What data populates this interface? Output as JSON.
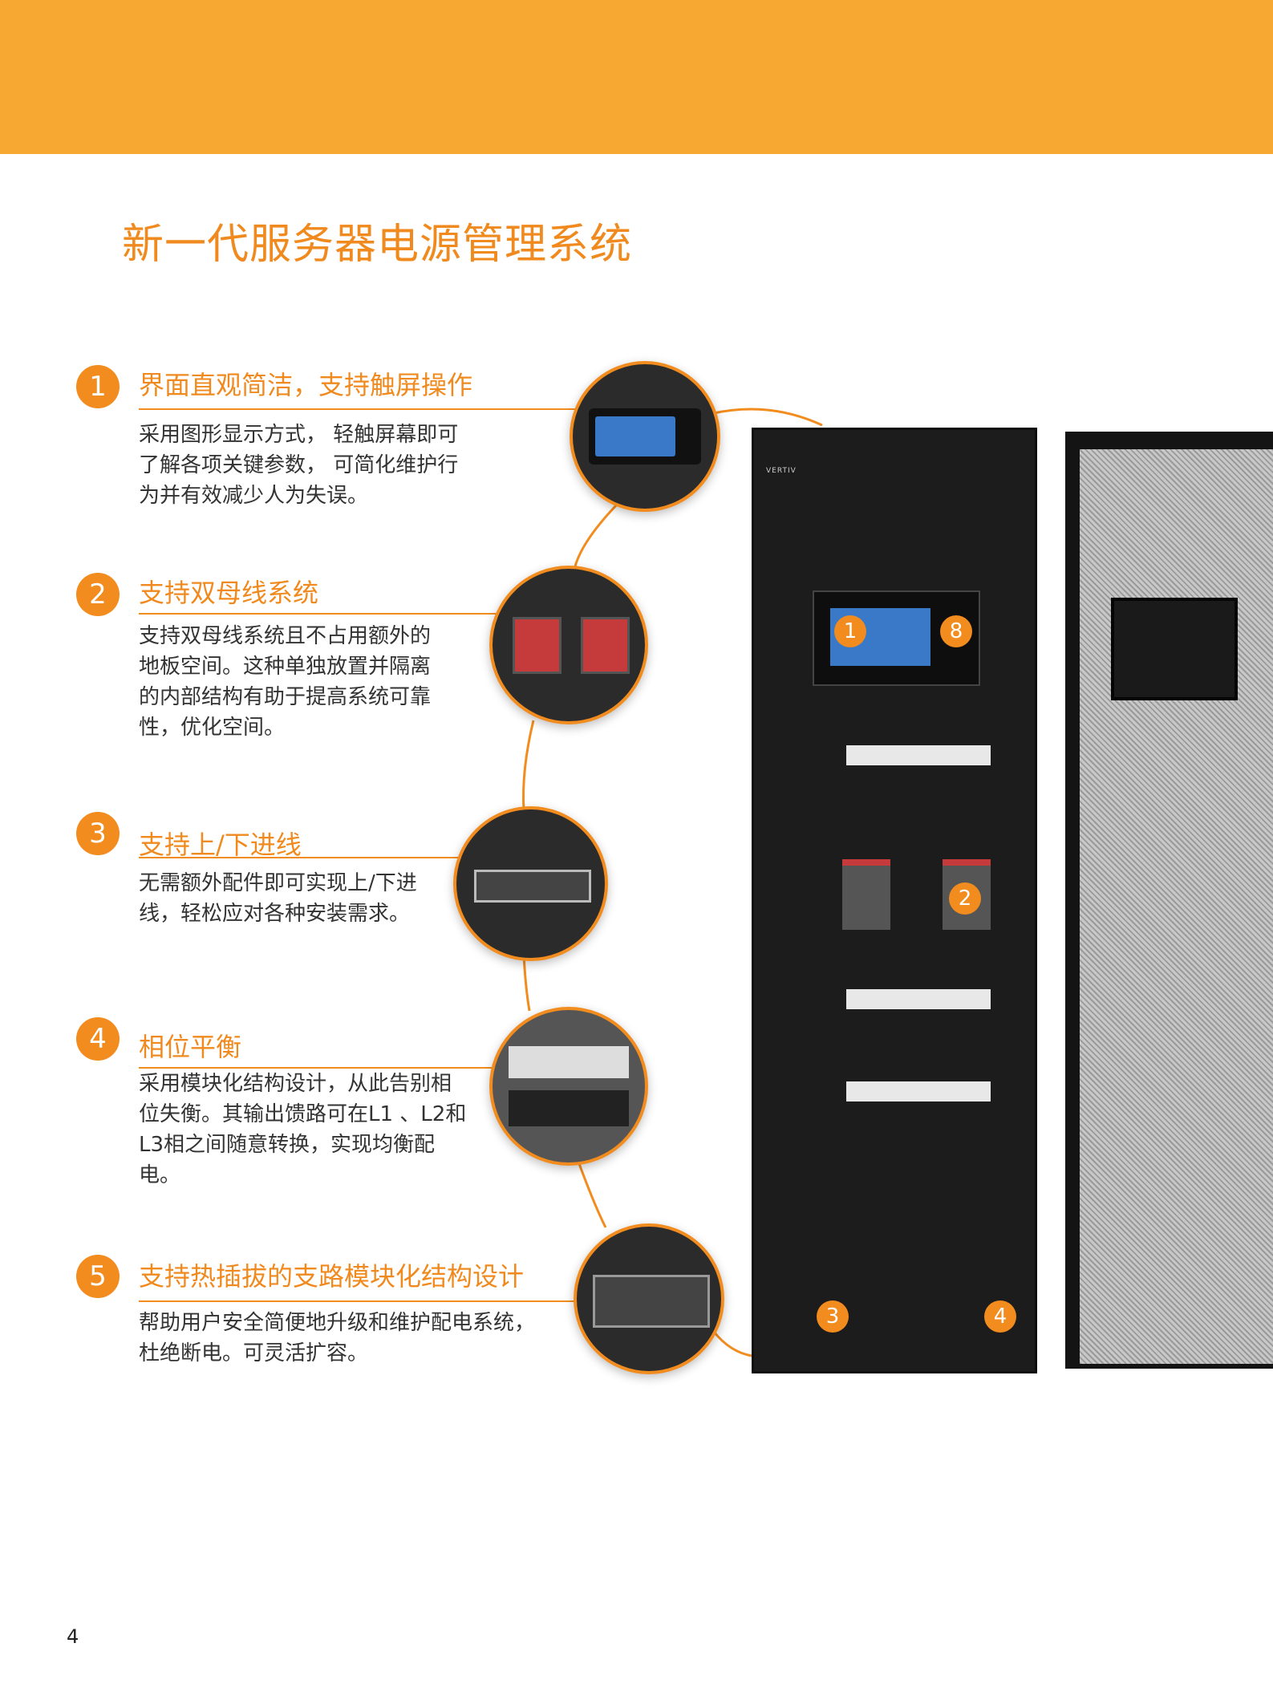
{
  "title": "新一代服务器电源管理系统",
  "features": [
    {
      "num": "1",
      "title": "界面直观简洁，支持触屏操作",
      "desc": [
        "采用图形显示方式，  轻触屏幕即可",
        "了解各项关键参数，  可简化维护行",
        "为并有效减少人为失误。"
      ]
    },
    {
      "num": "2",
      "title": "支持双母线系统",
      "desc": [
        "支持双母线系统且不占用额外的",
        "地板空间。这种单独放置并隔离",
        "的内部结构有助于提高系统可靠",
        "性，优化空间。"
      ]
    },
    {
      "num": "3",
      "title": "支持上/下进线",
      "desc": [
        "无需额外配件即可实现上/下进",
        "线，轻松应对各种安装需求。"
      ]
    },
    {
      "num": "4",
      "title": "相位平衡",
      "desc": [
        "采用模块化结构设计，从此告别相",
        "位失衡。其输出馈路可在L1 、L2和",
        "L3相之间随意转换，实现均衡配",
        "电。"
      ]
    },
    {
      "num": "5",
      "title": "支持热插拔的支路模块化结构设计",
      "desc": [
        "帮助用户安全简便地升级和维护配电系统，",
        "杜绝断电。可灵活扩容。"
      ]
    }
  ],
  "markers": [
    "1",
    "8",
    "2",
    "3",
    "4"
  ],
  "brand": "VERTIV",
  "page_number": "4",
  "colors": {
    "banner": "#F7A833",
    "accent": "#F28C1E",
    "title": "#F08A1E",
    "cabinet": "#1c1c1c"
  }
}
